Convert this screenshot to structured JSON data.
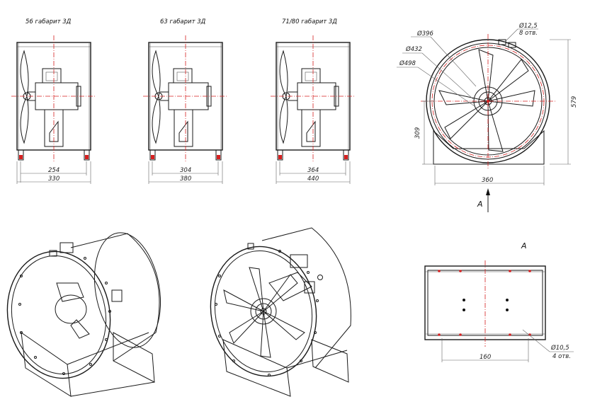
{
  "views": {
    "front": [
      {
        "caption": "56 габарит 3Д",
        "dim_inner": "254",
        "dim_outer": "330"
      },
      {
        "caption": "63 габарит 3Д",
        "dim_inner": "304",
        "dim_outer": "380"
      },
      {
        "caption": "71/80 габарит 3Д",
        "dim_inner": "364",
        "dim_outer": "440"
      }
    ],
    "side": {
      "holes_label": "Ø12,5",
      "holes_count": "8 отв.",
      "d396": "Ø396",
      "d432": "Ø432",
      "d498": "Ø498",
      "height_total": "579",
      "height_axis": "309",
      "width_base": "360",
      "arrow_label": "A"
    },
    "view_a": {
      "title": "A",
      "width_label": "160",
      "holes_label": "Ø10,5",
      "holes_count": "4 отв."
    }
  }
}
